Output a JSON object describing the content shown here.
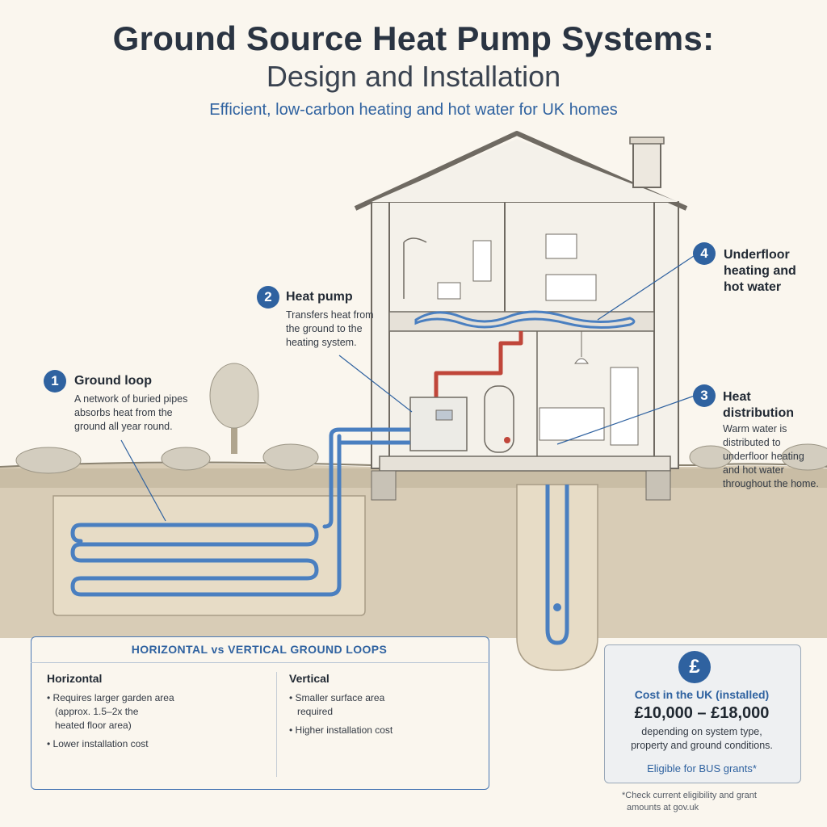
{
  "header": {
    "title": "Ground Source Heat Pump Systems:",
    "subtitle": "Design and Installation",
    "tagline": "Efficient, low-carbon heating and hot water for UK homes"
  },
  "callouts": [
    {
      "number": "1",
      "title": "Ground loop",
      "description_lines": [
        "A network of buried pipes",
        "absorbs heat from the",
        "ground all year round."
      ]
    },
    {
      "number": "2",
      "title": "Heat pump",
      "description_lines": [
        "Transfers heat from",
        "the ground to the",
        "heating system."
      ]
    },
    {
      "number": "3",
      "title_lines": [
        "Heat",
        "distribution"
      ],
      "description_lines": [
        "Warm water is",
        "distributed to",
        "underfloor heating",
        "and hot water",
        "throughout the home."
      ]
    },
    {
      "number": "4",
      "title_lines": [
        "Underfloor",
        "heating and",
        "hot water"
      ]
    }
  ],
  "comparison": {
    "title": "HORIZONTAL vs  VERTICAL GROUND LOOPS",
    "horizontal": {
      "heading": "Horizontal",
      "points": [
        "• Requires larger garden area",
        "(approx. 1.5–2x the",
        "heated floor area)",
        "• Lower installation cost"
      ]
    },
    "vertical": {
      "heading": "Vertical",
      "points": [
        "• Smaller surface area",
        "required",
        "• Higher installation cost"
      ]
    }
  },
  "cost": {
    "icon": "pound-icon",
    "symbol": "£",
    "label": "Cost in the UK (installed)",
    "range": "£10,000 – £18,000",
    "note_lines": [
      "depending on system type,",
      "property and ground conditions."
    ],
    "grant": "Eligible for BUS grants*"
  },
  "footnote_lines": [
    "*Check current eligibility and grant",
    "amounts at gov.uk"
  ],
  "colors": {
    "accent_blue": "#2f62a0",
    "pipe_blue": "#4a7fc0",
    "hot_pipe_red": "#c0463a",
    "background": "#faf6ee",
    "soil": "#d9cdb8"
  }
}
